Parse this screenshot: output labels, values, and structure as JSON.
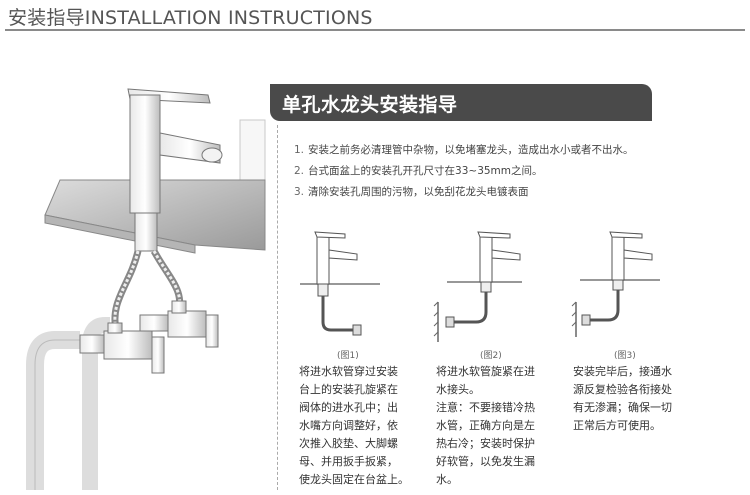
{
  "header": {
    "title": "安装指导INSTALLATION INSTRUCTIONS"
  },
  "banner": {
    "title": "单孔水龙头安装指导"
  },
  "instructions": [
    {
      "num": "1.",
      "text": "安装之前务必清理管中杂物，以免堵塞龙头，造成出水小或者不出水。"
    },
    {
      "num": "2.",
      "text": "台式面盆上的安装孔开孔尺寸在33~35mm之间。"
    },
    {
      "num": "3.",
      "text": "清除安装孔周围的污物，以免刮花龙头电镀表面"
    }
  ],
  "figures": [
    {
      "caption": "(图1)",
      "lines": [
        "将进水软管穿过安装",
        "台上的安装孔旋紧在",
        "阀体的进水孔中；出",
        "水嘴方向调整好，依",
        "次推入胶垫、大脚螺",
        "母、并用扳手扳紧，",
        "使龙头固定在台盆上。"
      ]
    },
    {
      "caption": "(图2)",
      "lines": [
        "将进水软管旋紧在进",
        "水接头。",
        "注意：不要接错冷热",
        "水管，正确方向是左",
        "热右冷；安装时保护",
        "好软管，以免发生漏",
        "水。"
      ]
    },
    {
      "caption": "(图3)",
      "lines": [
        "安装完毕后，接通水",
        "源反复检验各衔接处",
        "有无渗漏；确保一切",
        "正常后方可使用。"
      ]
    }
  ],
  "colors": {
    "banner_bg": "#4a4a4a",
    "rule": "#8a8a8a",
    "text": "#333333"
  }
}
